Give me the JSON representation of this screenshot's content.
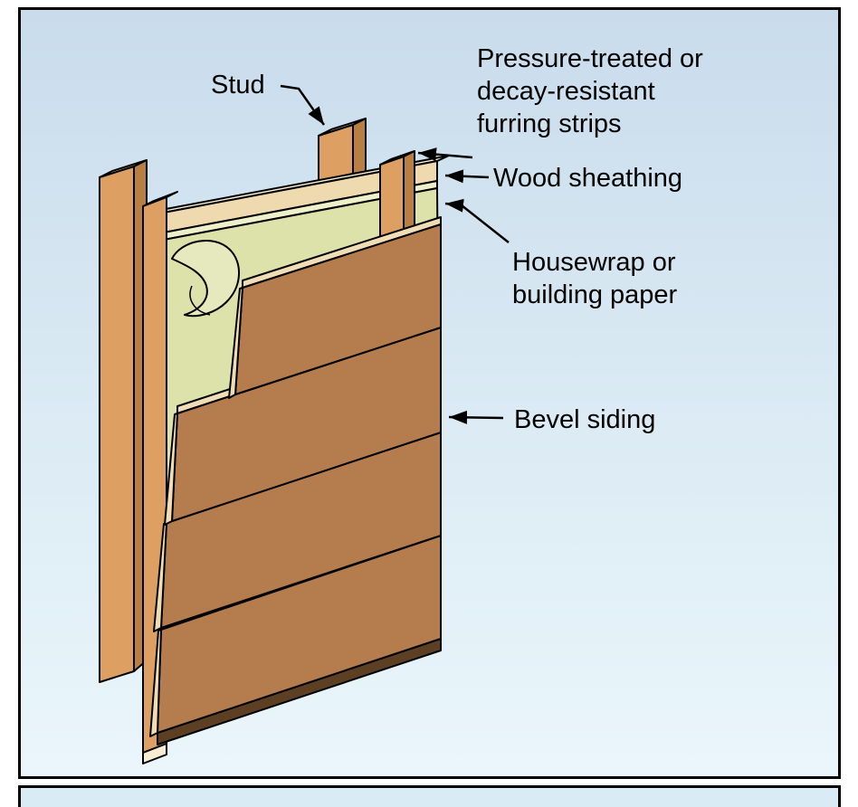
{
  "figure": {
    "labels": {
      "stud": "Stud",
      "furring": {
        "line1": "Pressure-treated or",
        "line2": "decay-resistant",
        "line3": "furring strips"
      },
      "sheathing": "Wood sheathing",
      "housewrap": {
        "line1": "Housewrap or",
        "line2": "building paper"
      },
      "bevel_siding": "Bevel siding"
    },
    "colors": {
      "frame_border": "#000000",
      "background_top": "#c9dcec",
      "background_mid": "#dcebf4",
      "background_bottom": "#eaf6fb",
      "next_panel": "#d9ecf5",
      "wood_face": "#de9f63",
      "wood_top": "#f4d4a6",
      "wood_side": "#b97e42",
      "sheathing_face": "#efd9ae",
      "sheathing_top": "#f8ecd2",
      "housewrap": "#dce2a9",
      "housewrap_edge": "#edf0c8",
      "housewrap_curl": "#e6e9bd",
      "siding_face": "#b57c4e",
      "siding_edge": "#f0ddb6",
      "siding_bottom": "#5d4024",
      "outline": "#000000"
    }
  }
}
